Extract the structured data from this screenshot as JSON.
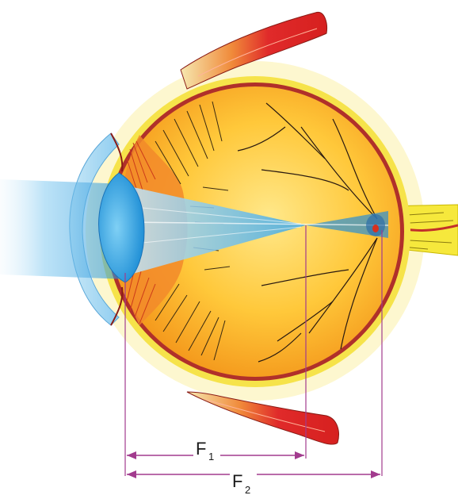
{
  "labels": {
    "f1_main": "F",
    "f1_sub": "1",
    "f2_main": "F",
    "f2_sub": "2"
  },
  "colors": {
    "dimension_line": "#a23b8e",
    "muscle": "#e02a2a",
    "sclera_rim": "#f4e640",
    "choroid": "#b0302a",
    "retina_fill_center": "#ffe07a",
    "retina_fill_edge": "#f59a1a",
    "light_beam": "#4fb3e8",
    "optic_nerve": "#f6e83c"
  },
  "icons": [
    "eye-cross-section-illustration",
    "light-beam",
    "lens",
    "cornea",
    "optic-nerve",
    "eye-muscle"
  ]
}
